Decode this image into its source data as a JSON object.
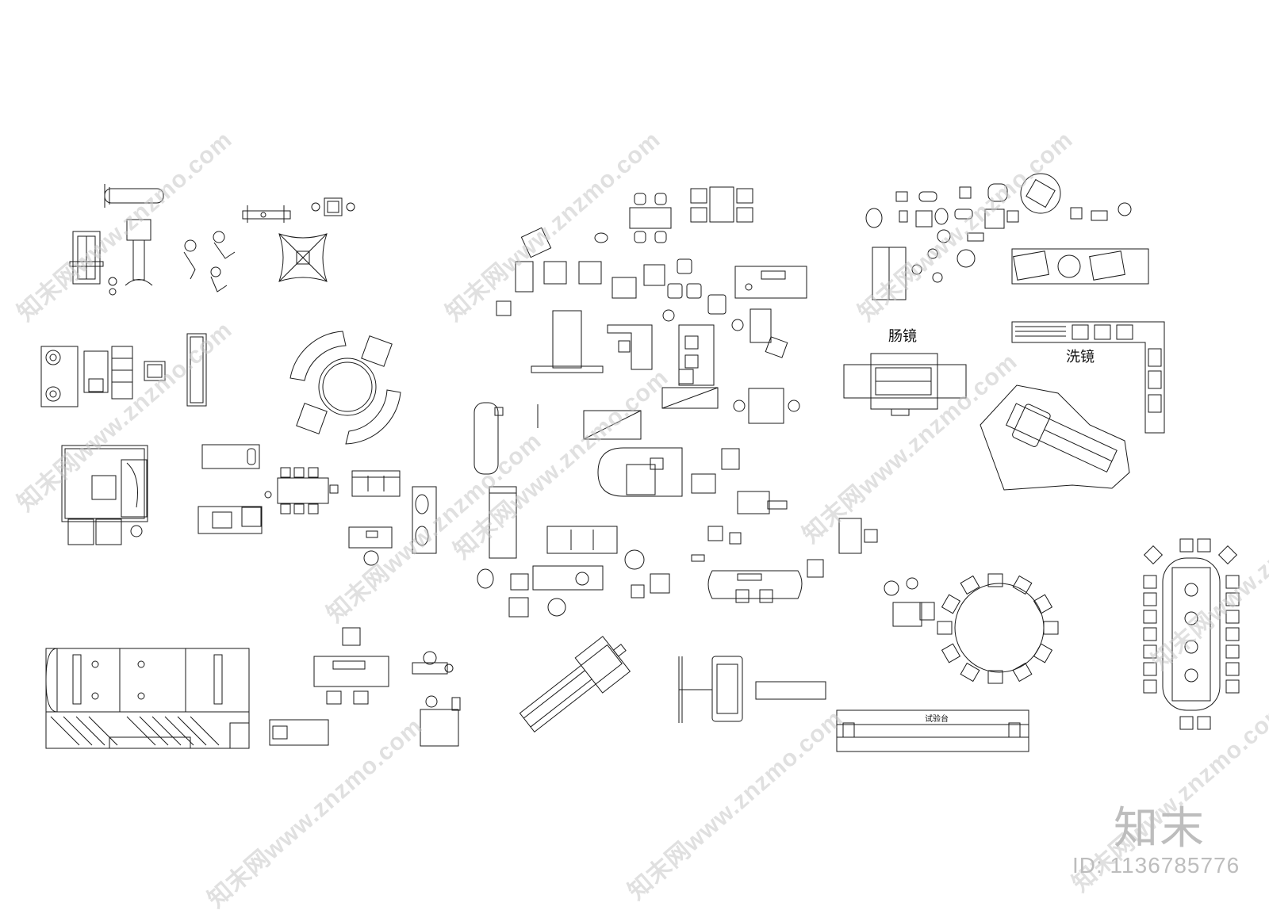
{
  "labels": {
    "colonoscopy": "肠镜",
    "gastroscopy_wash": "洗镜",
    "lab_bench": "试验台"
  },
  "watermark": {
    "text": "知末网www.znzmo.com"
  },
  "brand": {
    "logo_text": "知末",
    "id_text": "ID: 1136785776"
  },
  "colors": {
    "line": "#1a1a1a",
    "watermark": "#c8c8c8",
    "background": "#ffffff"
  }
}
